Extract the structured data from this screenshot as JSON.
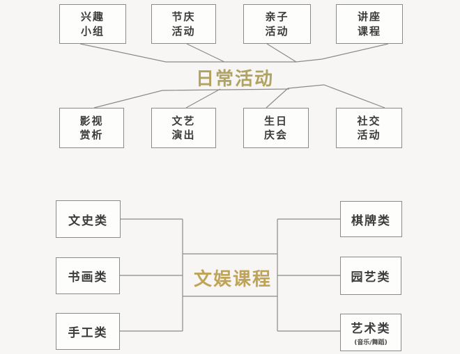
{
  "colors": {
    "daily_center_text": "#b0a25f",
    "culture_center_text": "#bfa458",
    "connector_line": "#8a8a8a",
    "box_border": "#8a8a8a",
    "box_text": "#3b3b3b",
    "background": "#f7f6f4"
  },
  "daily": {
    "center": "日常活动",
    "top_row": [
      {
        "line1": "兴趣",
        "line2": "小组"
      },
      {
        "line1": "节庆",
        "line2": "活动"
      },
      {
        "line1": "亲子",
        "line2": "活动"
      },
      {
        "line1": "讲座",
        "line2": "课程"
      }
    ],
    "bottom_row": [
      {
        "line1": "影视",
        "line2": "赏析"
      },
      {
        "line1": "文艺",
        "line2": "演出"
      },
      {
        "line1": "生日",
        "line2": "庆会"
      },
      {
        "line1": "社交",
        "line2": "活动"
      }
    ]
  },
  "culture": {
    "center": "文娱课程",
    "left": [
      {
        "label": "文史类"
      },
      {
        "label": "书画类"
      },
      {
        "label": "手工类"
      }
    ],
    "right": [
      {
        "label": "棋牌类"
      },
      {
        "label": "园艺类"
      },
      {
        "label": "艺术类",
        "sublabel": "(音乐/舞蹈)"
      }
    ]
  }
}
